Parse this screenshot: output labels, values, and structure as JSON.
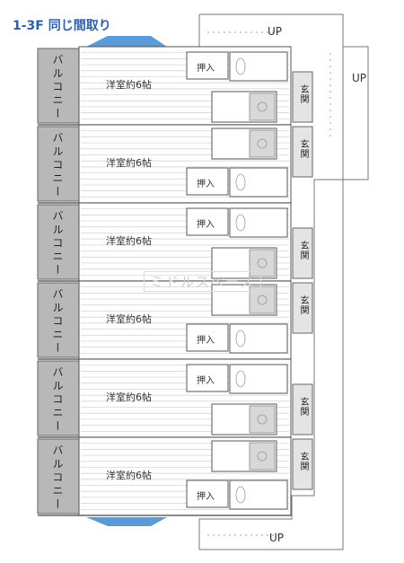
{
  "title": "1-3F 同じ間取り",
  "up_label": "UP",
  "watermark": "ミドルスペース",
  "colors": {
    "title": "#2f5fa8",
    "balcony_fill": "#b8b8b8",
    "wet_area_fill": "#d8d8d8",
    "window_accent": "#5b9bd5",
    "line": "#555555"
  },
  "units": [
    {
      "balcony_label": "バルコニー",
      "room_label": "洋室約6帖",
      "closet_label": "押入",
      "entrance_label": "玄関"
    },
    {
      "balcony_label": "バルコニー",
      "room_label": "洋室約6帖",
      "closet_label": "押入",
      "entrance_label": "玄関"
    },
    {
      "balcony_label": "バルコニー",
      "room_label": "洋室約6帖",
      "closet_label": "押入",
      "entrance_label": "玄関"
    },
    {
      "balcony_label": "バルコニー",
      "room_label": "洋室約6帖",
      "closet_label": "押入",
      "entrance_label": "玄関"
    },
    {
      "balcony_label": "バルコニー",
      "room_label": "洋室約6帖",
      "closet_label": "押入",
      "entrance_label": "玄関"
    },
    {
      "balcony_label": "バルコニー",
      "room_label": "洋室約6帖",
      "closet_label": "押入",
      "entrance_label": "玄関"
    }
  ]
}
